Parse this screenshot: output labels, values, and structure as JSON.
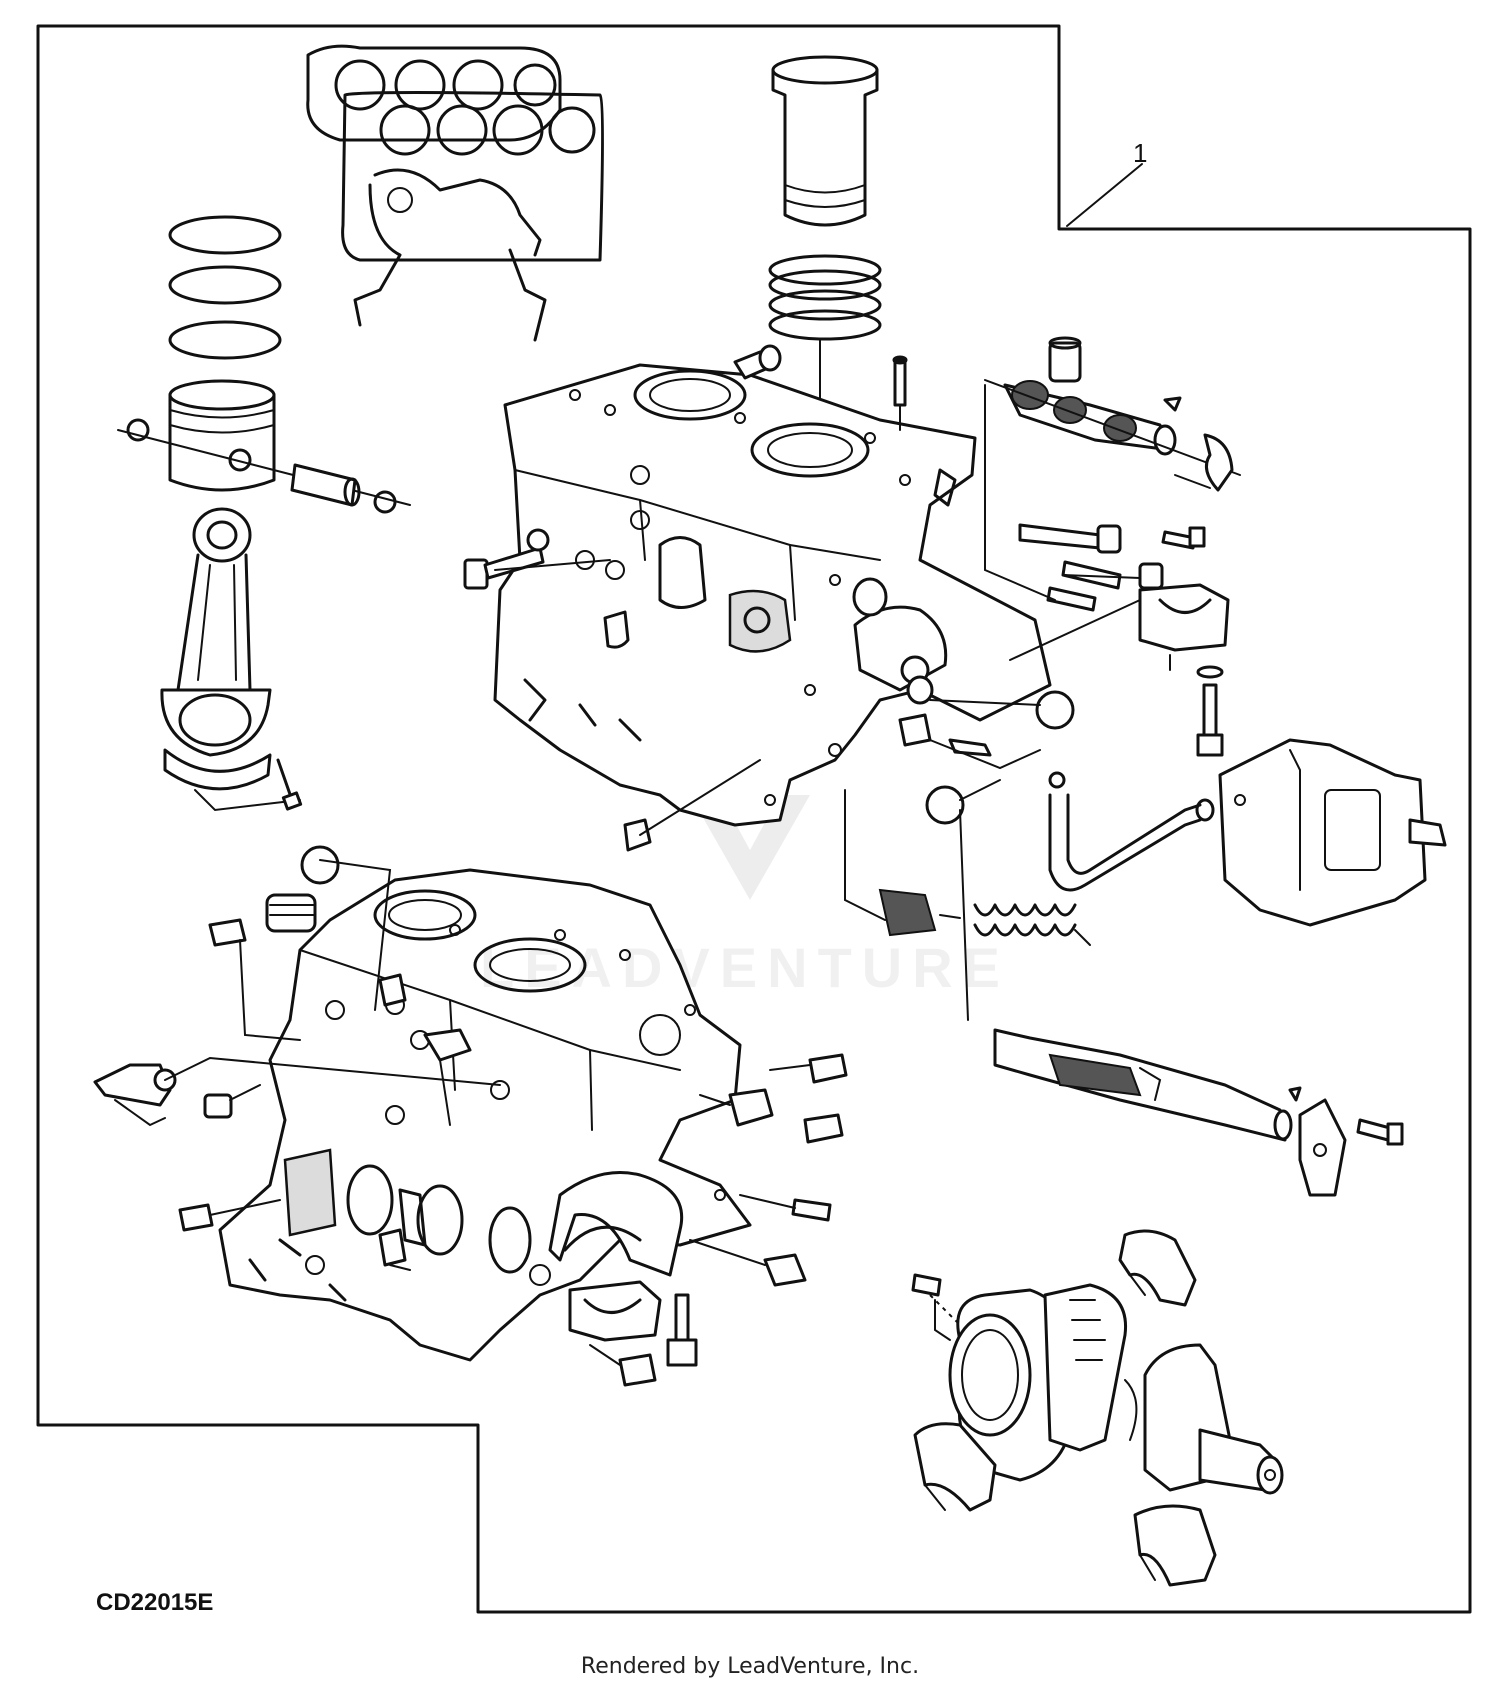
{
  "figure": {
    "callout": "1",
    "code": "CD22015E"
  },
  "watermark": {
    "text": "LEADVENTURE"
  },
  "footer": {
    "text": "Rendered by LeadVenture, Inc."
  }
}
